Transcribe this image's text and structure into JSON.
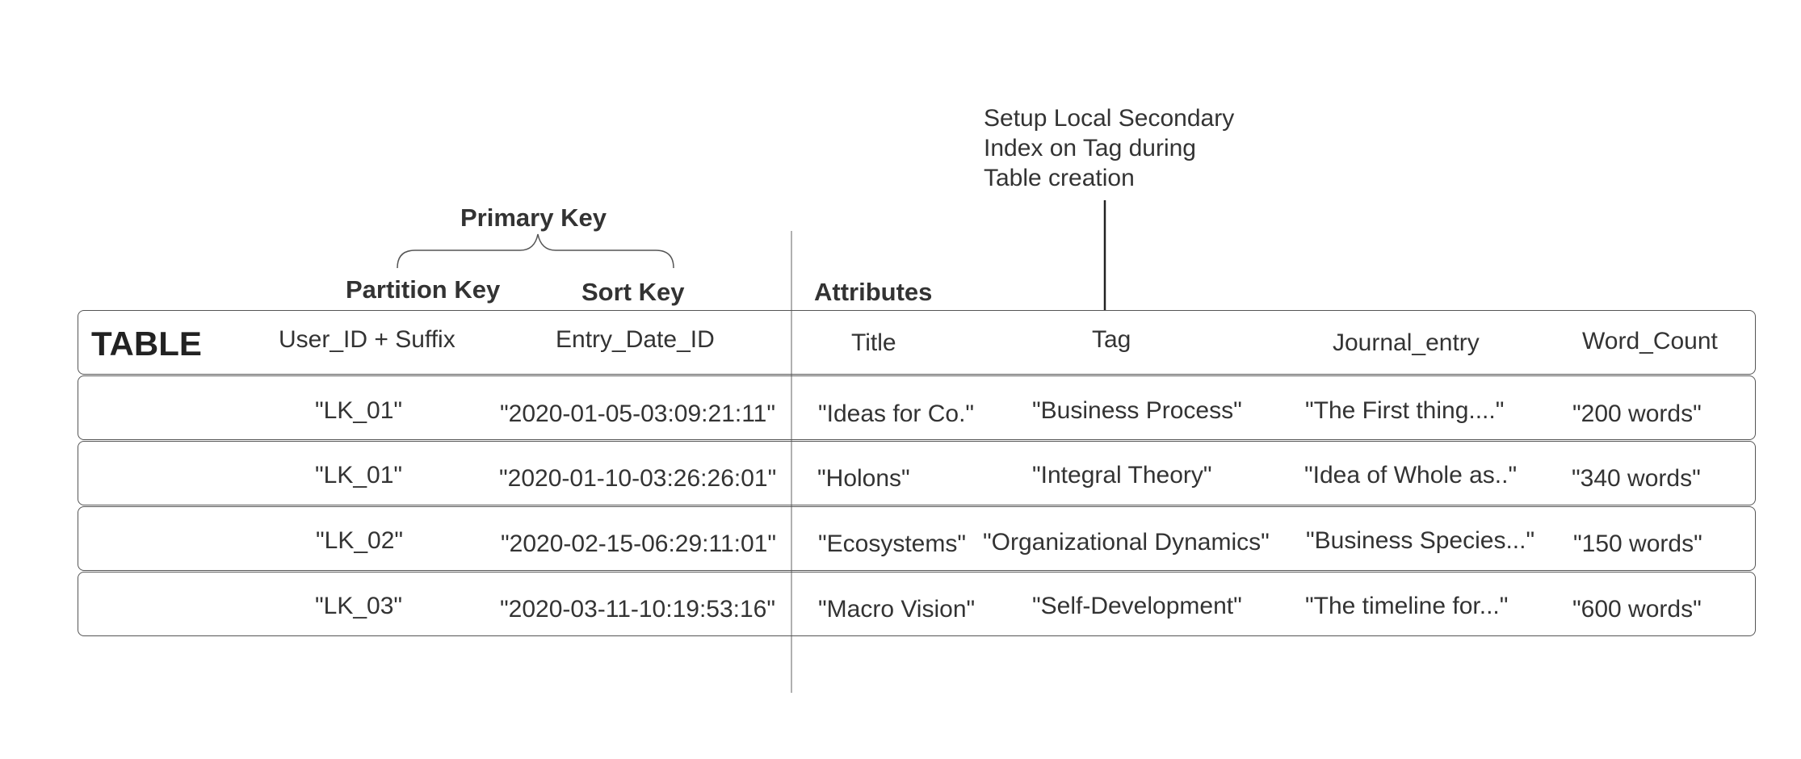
{
  "annotation": {
    "lines": [
      "Setup Local Secondary",
      "Index on Tag during",
      "Table creation"
    ]
  },
  "labels": {
    "primary_key": "Primary Key",
    "partition_key": "Partition Key",
    "sort_key": "Sort Key",
    "attributes": "Attributes"
  },
  "table": {
    "title": "TABLE",
    "headers": [
      "User_ID +  Suffix",
      "Entry_Date_ID",
      "Title",
      "Tag",
      "Journal_entry",
      "Word_Count"
    ],
    "rows": [
      [
        "\"LK_01\"",
        "\"2020-01-05-03:09:21:11\"",
        "\"Ideas for Co.\"",
        "\"Business Process\"",
        "\"The First thing....\"",
        "\"200 words\""
      ],
      [
        "\"LK_01\"",
        "\"2020-01-10-03:26:26:01\"",
        "\"Holons\"",
        "\"Integral Theory\"",
        "\"Idea of Whole as..\"",
        "\"340 words\""
      ],
      [
        "\"LK_02\"",
        "\"2020-02-15-06:29:11:01\"",
        "\"Ecosystems\"",
        "\"Organizational Dynamics\"",
        "\"Business Species...\"",
        "\"150 words\""
      ],
      [
        "\"LK_03\"",
        "\"2020-03-11-10:19:53:16\"",
        "\"Macro Vision\"",
        "\"Self-Development\"",
        "\"The timeline for...\"",
        "\"600 words\""
      ]
    ]
  }
}
